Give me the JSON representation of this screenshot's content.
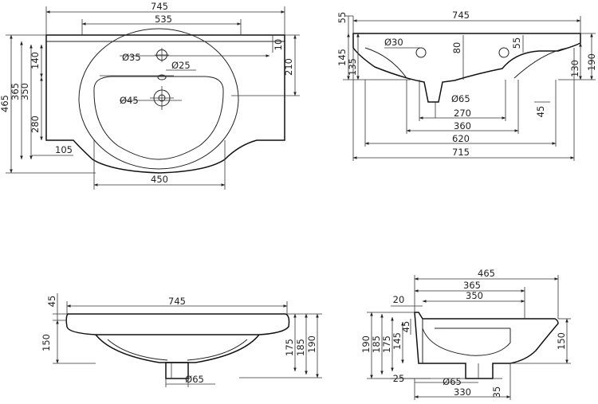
{
  "views": {
    "top": {
      "dims": {
        "overall_width": "745",
        "top_edge": "535",
        "overall_depth": "465",
        "depth_a": "365",
        "depth_b": "350",
        "faucet_depth": "140",
        "bowl_depth": "280",
        "bottom_offset": "105",
        "rim_right": "10",
        "right_depth": "210",
        "bowl_width": "450",
        "faucet_hole": "Ø35",
        "overflow_hole": "Ø25",
        "drain_hole": "Ø45"
      }
    },
    "front_section": {
      "dims": {
        "overall_width": "745",
        "outer_width": "715",
        "width_620": "620",
        "width_360": "360",
        "width_270": "270",
        "top_h": "55",
        "h_145": "145",
        "h_135": "135",
        "hole_d30": "Ø30",
        "h_80": "80",
        "h_55r": "55",
        "h_130": "130",
        "h_190": "190",
        "drain_d65": "Ø65",
        "h_45": "45"
      }
    },
    "front": {
      "dims": {
        "overall_width": "745",
        "rim_h": "45",
        "left_h": "150",
        "h_175": "175",
        "h_185": "185",
        "h_190": "190",
        "drain_d65": "Ø65"
      }
    },
    "side": {
      "dims": {
        "overall_depth": "465",
        "d_365": "365",
        "d_350": "350",
        "rim_20": "20",
        "h_190": "190",
        "h_185": "185",
        "h_175": "175",
        "h_145": "145",
        "h_45": "45",
        "right_150": "150",
        "base_25": "25",
        "drain_d65": "Ø65",
        "base_330": "330",
        "foot_35": "35"
      }
    }
  }
}
